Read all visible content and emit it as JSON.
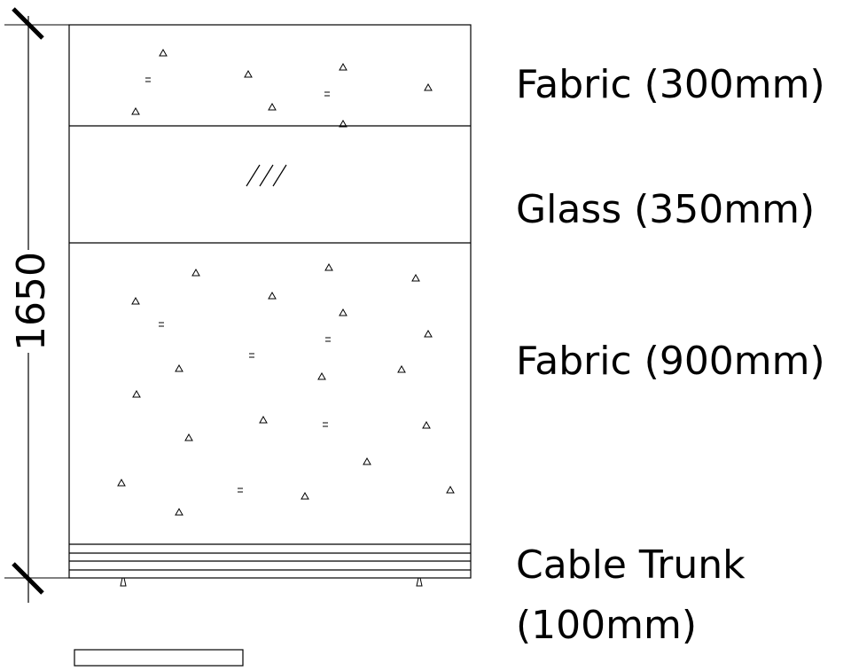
{
  "dimension": {
    "total_height": "1650"
  },
  "sections": [
    {
      "id": "top-fabric",
      "label": "Fabric (300mm)"
    },
    {
      "id": "glass",
      "label": "Glass (350mm)"
    },
    {
      "id": "main-fabric",
      "label": "Fabric (900mm)"
    },
    {
      "id": "cable-trunk",
      "label_line1": "Cable Trunk",
      "label_line2": "(100mm)"
    }
  ],
  "hatch": {
    "fabric_marker": "△",
    "fabric_equal": "=",
    "glass_marker": "///"
  }
}
